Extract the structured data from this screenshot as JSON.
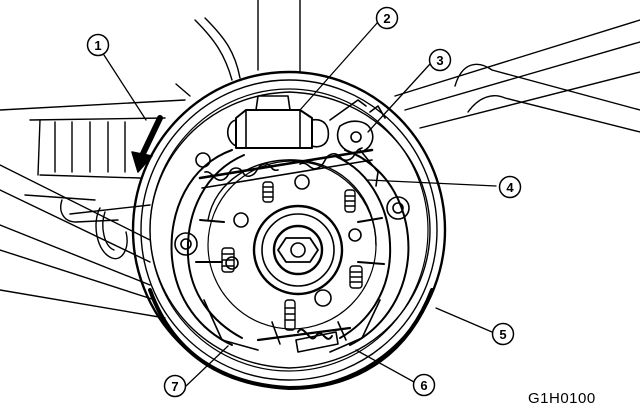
{
  "figure_code": "G1H0100",
  "callouts": [
    {
      "id": "1",
      "label": "1"
    },
    {
      "id": "2",
      "label": "2"
    },
    {
      "id": "3",
      "label": "3"
    },
    {
      "id": "4",
      "label": "4"
    },
    {
      "id": "5",
      "label": "5"
    },
    {
      "id": "6",
      "label": "6"
    },
    {
      "id": "7",
      "label": "7"
    }
  ]
}
